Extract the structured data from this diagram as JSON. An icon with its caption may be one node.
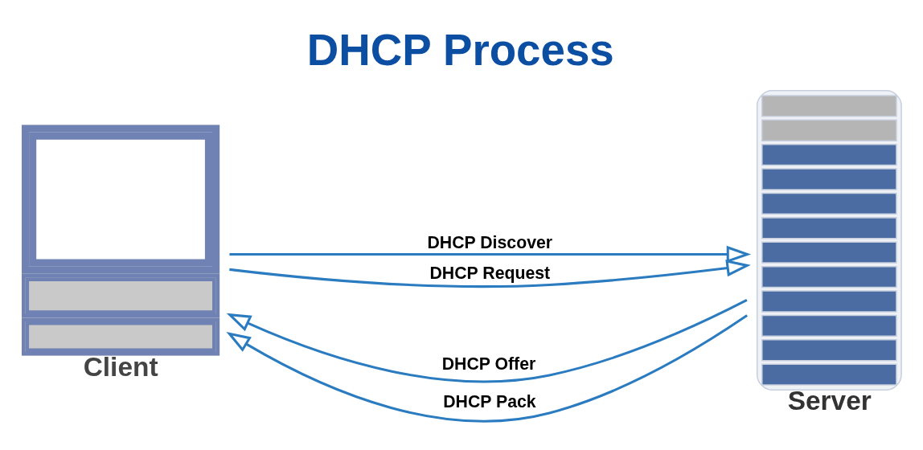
{
  "diagram": {
    "title": "DHCP Process",
    "nodes": [
      {
        "text": [
          "Client"
        ]
      },
      {
        "text": [
          "Server"
        ]
      }
    ],
    "edges": [
      {
        "from": 0,
        "to": 1,
        "arrow": "to",
        "label": "DHCP Discover"
      },
      {
        "from": 1,
        "to": 0,
        "arrow": "to",
        "label": "DHCP Offer"
      },
      {
        "from": 0,
        "to": 1,
        "arrow": "to",
        "label": "DHCP Request"
      },
      {
        "from": 1,
        "to": 0,
        "arrow": "to",
        "label": "DHCP Pack"
      }
    ]
  }
}
